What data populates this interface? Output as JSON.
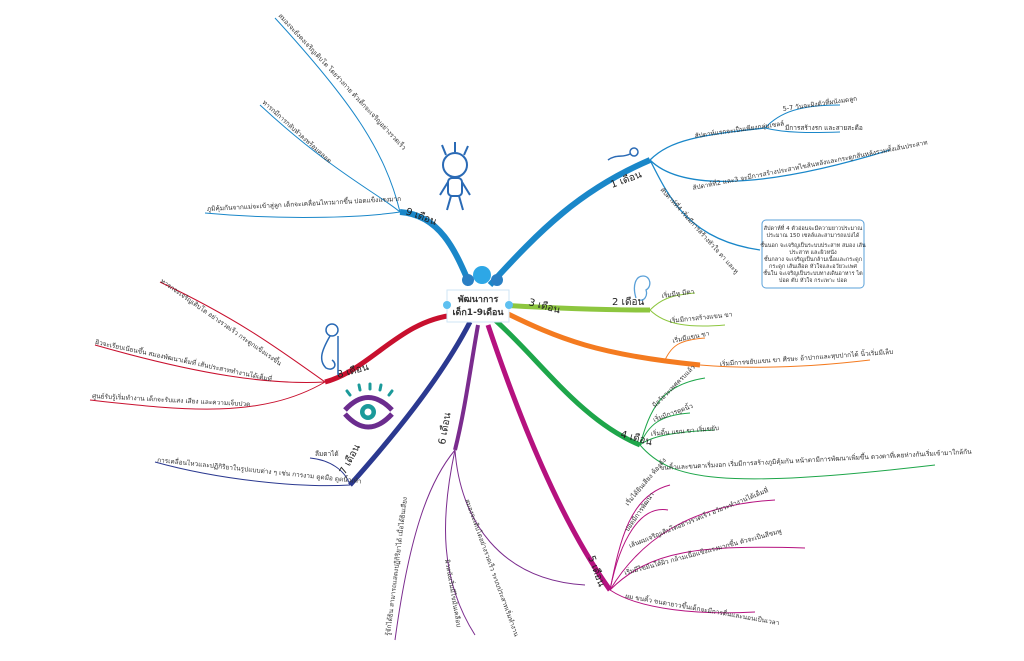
{
  "center": {
    "line1": "พัฒนาการ",
    "line2": "เด็ก1-9เดือน"
  },
  "colors": {
    "m1": "#1a87c9",
    "m2": "#8dc63f",
    "m3": "#f47b20",
    "m4": "#1ea64a",
    "m5": "#b5127f",
    "m6": "#7b2c8e",
    "m7": "#2b3990",
    "m8": "#c8102e",
    "m9": "#1a87c9"
  },
  "m1": {
    "label": "1 เดือน",
    "c1": "สัปดาห์แรกจะเป็นเพียงกลุ่มเซลล์",
    "c1a": "5-7 วันจะฝังตัวที่ผนังมดลูก",
    "c1b": "มีการสร้างรก และสายสะดือ",
    "c2": "สัปดาห์ที่2 และ3 จะมีการสร้างประสาทไขสันหลังและกระดูกสันหลังรวมทั้งเส้นประสาท",
    "c3": "สัปดาห์ที่4 เริ่มมีการสร้างหัวใจ ตา และหู",
    "note": [
      "สัปดาห์ที่ 4 ตัวอ่อนจะมีความยาวประมาณ",
      "ประมาณ 150 เซลล์และสามารถแบ่งได้",
      "ชั้นนอก จะเจริญเป็นระบบประสาท สมอง เส้น",
      "ประสาท และผิวหนัง",
      "ชั้นกลาง จะเจริญเป็นกล้ามเนื้อและกระดูก",
      "กระดูก เส้นเลือด หัวใจและอวัยวะเพศ",
      "ชั้นใน จะเจริญเป็นระบบทางเดินอาหาร ไต",
      "ปอด ตับ หัวใจ กระเพาะ ปอด"
    ]
  },
  "m2": {
    "label": "2 เดือน",
    "c1": "เริ่มมีหู มีตา",
    "c2": "เริ่มมีการสร้างแขน ขา"
  },
  "m3": {
    "label": "3 เดือน",
    "c1": "เริ่มมีแขน ขา",
    "c2": "เริ่มมีการขยับแขน ขา ศีรษะ อ้าปากและหุบปากได้ นิ้วเริ่มมีเล็บ"
  },
  "m4": {
    "label": "4 เดือน",
    "c1": "มีอวัยวะเพศครบแล้ว",
    "c2": "เริ่มมีการดูดนิ้ว",
    "c3": "เริ่มดิ้น แขน ขา เริ่มขยับ",
    "c4": "ขนคิ้วและขนตาเริ่มงอก เริ่มมีการสร้างภูมิคุ้มกัน หน้าตามีการพัฒนาเพิ่มขึ้น ดวงตาที่เคยห่างกันเริ่มเข้ามาใกล้กัน"
  },
  "m5": {
    "label": "5 เดือน",
    "c1": "เริ่มได้ยินเสียง ท้องดัง",
    "c2": "ปอดมีการพัฒนา",
    "c3": "เส้นผมเจริญเติบโตอย่างรวดเร็ว อวัยวะทำงานได้เต็มที่",
    "c4": "เริ่มมีไขมันใต้ผิว กล้ามเนื้อแข็งแรงมากขึ้น ตัวจะเป็นสีชมพู",
    "c5": "ผม ขนคิ้ว ขนตายาวขึ้นเด็กจะมีการตื่นและนอนเป็นเวลา"
  },
  "m6": {
    "label": "6 เดือน",
    "c1": "สมองจะเติบโตอย่างรวดเร็ว ระบบประสาทเริ่มทำงาน",
    "c2": "ผิวหนังเริ่มมีไขมันเคลือบ",
    "c3": "รู้จักได้ยิน สามารถแสดงปฏิกิริยาได้ เมื่อได้ยินเสียง"
  },
  "m7": {
    "label": "7 เดือน",
    "c1": "ลืมตาได้",
    "c2": "การเคลื่อนไหวและปฏิกิริยาในรูปแบบต่าง ๆ เช่น การงาม ดูดมือ ดูดนิ้วเท้า"
  },
  "m8": {
    "label": "8 เดือน",
    "c1": "ทารกจะเจริญเติบโต อย่างรวดเร็ว กระดูกแข็งแรงขึ้น",
    "c2": "ผิวจะเรียบเนียนขึ้น สมองพัฒนาเต็มที่ เส้นประสาททำงานได้เต็มที่",
    "c3": "ศูนย์รับรู้เริ่มทำงาน เด็กจะรับแสง เสียง และความเจ็บปวด"
  },
  "m9": {
    "label": "9 เดือน",
    "c1": "สมองจะยังคงเจริญเติบโต โดยร่างกาย ตัวเด็กจะเจริญอย่างรวดเร็ว",
    "c2": "ทารกมีการกลับหัวลงพร้อมคลอด",
    "c3": "ภูมิคุ้มกันจากแม่จะเข้าสู่ลูก เด็กจะเคลื่อนไหวมากขึ้น ปอดแข็งแรงมาก"
  }
}
